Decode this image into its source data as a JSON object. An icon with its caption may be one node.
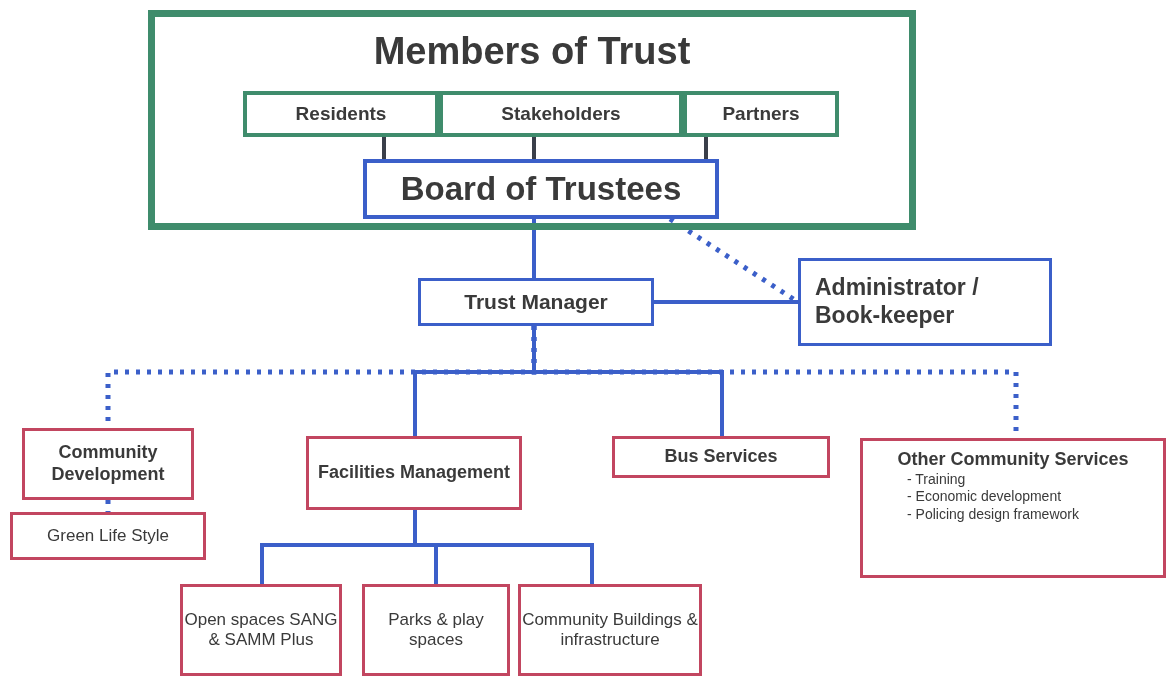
{
  "diagram": {
    "nodes": [
      {
        "text": [
          "Members of Trust"
        ]
      },
      {
        "text": [
          "Residents"
        ],
        "in": 0
      },
      {
        "text": [
          "Stakeholders"
        ],
        "in": 0
      },
      {
        "text": [
          "Partners"
        ],
        "in": 0
      },
      {
        "text": [
          "Board of Trustees"
        ],
        "in": 0
      },
      {
        "text": [
          "Trust Manager"
        ]
      },
      {
        "text": [
          "Administrator / Book-keeper"
        ]
      },
      {
        "text": [
          "Community Development"
        ]
      },
      {
        "text": [
          "Facilities Management"
        ]
      },
      {
        "text": [
          "Bus Services"
        ]
      },
      {
        "text": [
          "Other Community Services",
          "- Training",
          "- Economic development",
          "- Policing design framework"
        ]
      },
      {
        "text": [
          "Green Life Style"
        ]
      },
      {
        "text": [
          "Open spaces SANG & SAMM Plus"
        ]
      },
      {
        "text": [
          "Parks & play spaces"
        ]
      },
      {
        "text": [
          "Community Buildings & infrastructure"
        ]
      }
    ],
    "edges": [
      {
        "from": 1,
        "to": 4,
        "arrow": "none",
        "color": "#3a3f4a"
      },
      {
        "from": 2,
        "to": 4,
        "arrow": "none",
        "color": "#3a3f4a"
      },
      {
        "from": 3,
        "to": 4,
        "arrow": "none",
        "color": "#3a3f4a"
      },
      {
        "from": 4,
        "to": 5,
        "arrow": "none"
      },
      {
        "from": 4,
        "to": 6,
        "arrow": "none",
        "style": "dashed"
      },
      {
        "from": 5,
        "to": 6,
        "arrow": "none"
      },
      {
        "from": 5,
        "to": 7,
        "arrow": "none",
        "style": "dashed"
      },
      {
        "from": 5,
        "to": 8,
        "arrow": "none"
      },
      {
        "from": 5,
        "to": 9,
        "arrow": "none"
      },
      {
        "from": 5,
        "to": 10,
        "arrow": "none",
        "style": "dashed"
      },
      {
        "from": 7,
        "to": 11,
        "arrow": "none",
        "style": "dashed"
      },
      {
        "from": 8,
        "to": 12,
        "arrow": "none"
      },
      {
        "from": 8,
        "to": 13,
        "arrow": "none"
      },
      {
        "from": 8,
        "to": 14,
        "arrow": "none"
      }
    ]
  }
}
